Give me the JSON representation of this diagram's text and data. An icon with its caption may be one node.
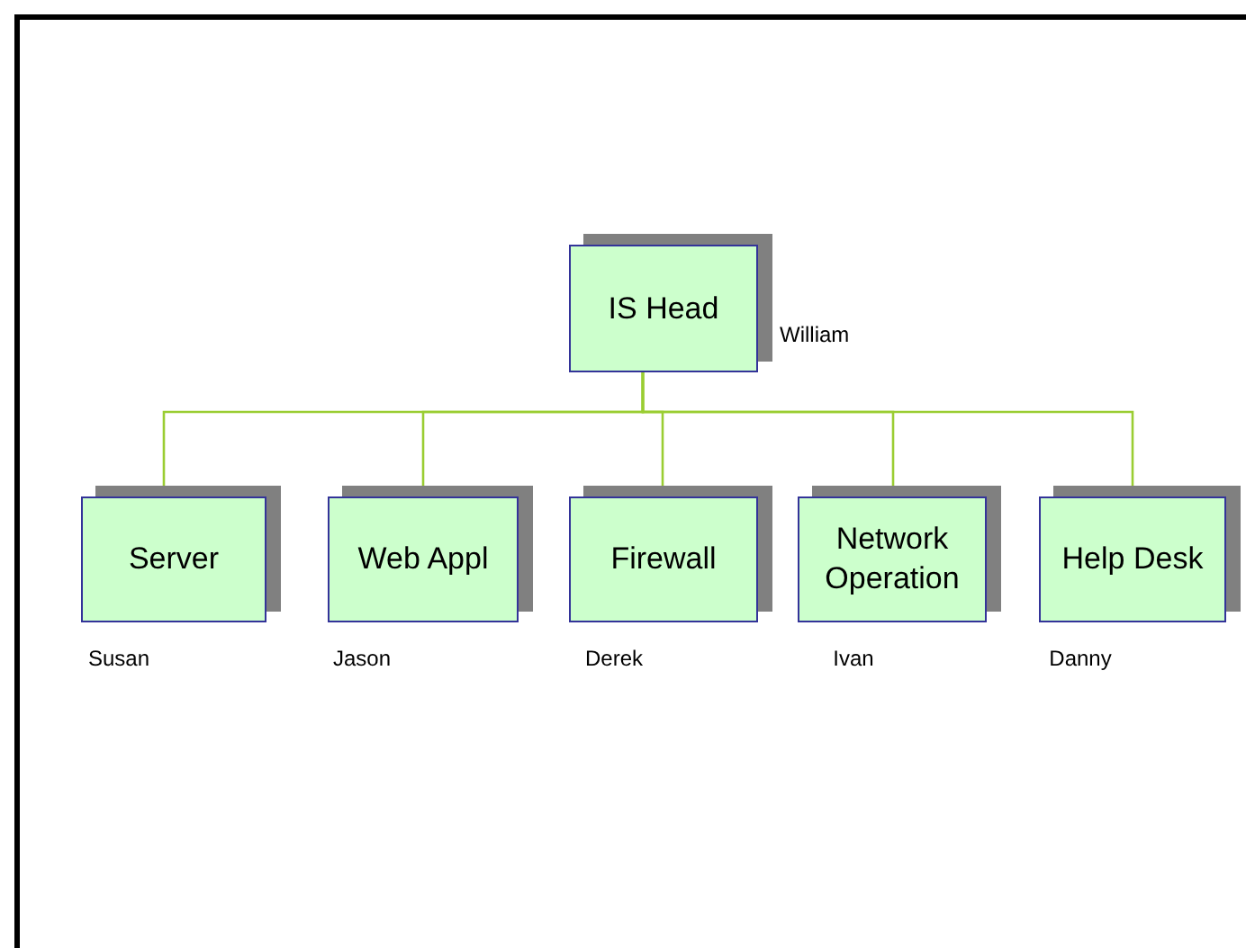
{
  "diagram": {
    "nodes": [
      {
        "text": [
          "IS Head"
        ],
        "beside": [
          "William"
        ]
      },
      {
        "text": [
          "Server"
        ],
        "beside": [
          "Susan"
        ]
      },
      {
        "text": [
          "Web Appl"
        ],
        "beside": [
          "Jason"
        ]
      },
      {
        "text": [
          "Firewall"
        ],
        "beside": [
          "Derek"
        ]
      },
      {
        "text": [
          "Network Operation"
        ],
        "beside": [
          "Ivan"
        ]
      },
      {
        "text": [
          "Help Desk"
        ],
        "beside": [
          "Danny"
        ]
      }
    ],
    "edges": [
      {
        "from": 0,
        "to": 1,
        "arrow": "none"
      },
      {
        "from": 0,
        "to": 2,
        "arrow": "none"
      },
      {
        "from": 0,
        "to": 3,
        "arrow": "none"
      },
      {
        "from": 0,
        "to": 4,
        "arrow": "none"
      },
      {
        "from": 0,
        "to": 5,
        "arrow": "none"
      }
    ]
  }
}
